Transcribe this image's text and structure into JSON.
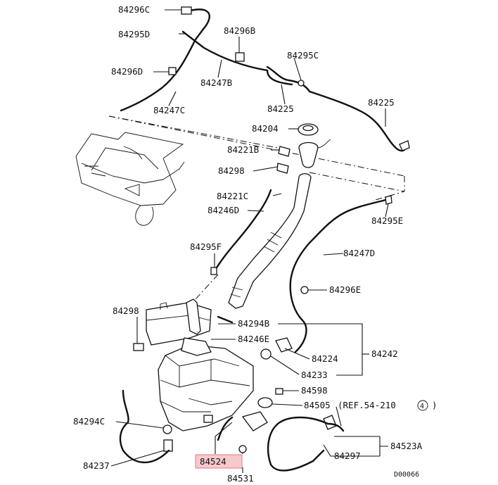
{
  "labels": {
    "p84296C": "84296C",
    "p84295D": "84295D",
    "p84296B": "84296B",
    "p84296D": "84296D",
    "p84247B": "84247B",
    "p84295C": "84295C",
    "p84247C": "84247C",
    "p84225a": "84225",
    "p84225b": "84225",
    "p84204": "84204",
    "p84221B": "84221B",
    "p84298a": "84298",
    "p84221C": "84221C",
    "p84246D": "84246D",
    "p84295E": "84295E",
    "p84295F": "84295F",
    "p84247D": "84247D",
    "p84296E": "84296E",
    "p84298b": "84298",
    "p84294B": "84294B",
    "p84246E": "84246E",
    "p84242": "84242",
    "p84224": "84224",
    "p84233": "84233",
    "p84598": "84598",
    "p84505": "84505",
    "ref": "(REF.54-210",
    "ref_num": "4",
    "ref_close": ")",
    "p84294C": "84294C",
    "p84523A": "84523A",
    "p84297": "84297",
    "p84237": "84237",
    "p84524": "84524",
    "p84531": "84531",
    "code": "D00066"
  },
  "colors": {
    "highlight": "#f7c9cc",
    "highlight_border": "#e07a82",
    "ink": "#111111"
  }
}
